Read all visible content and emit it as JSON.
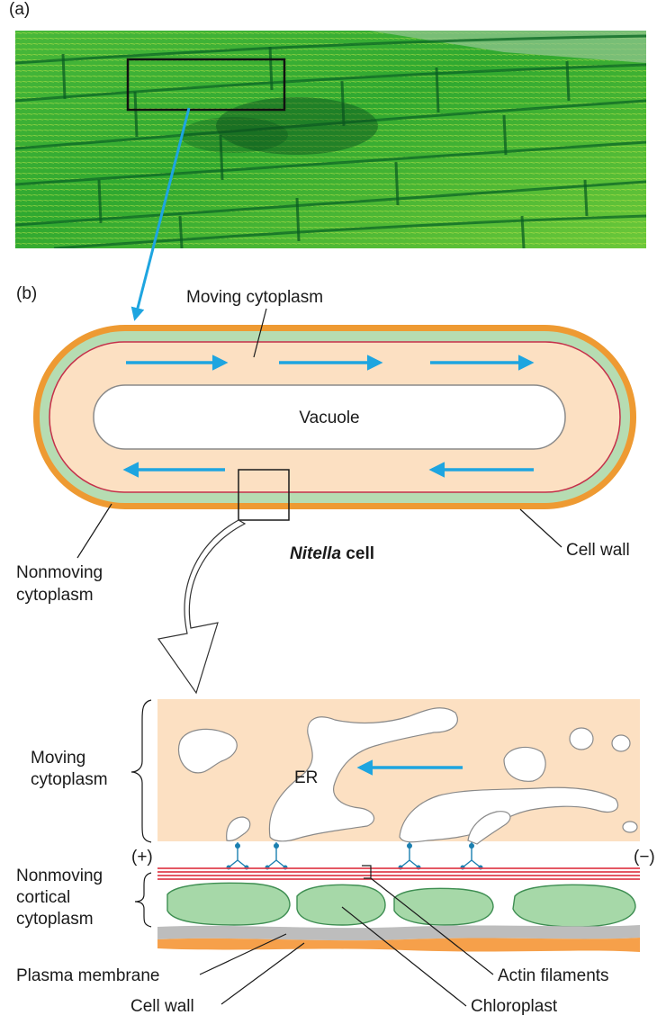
{
  "panel_a": {
    "label": "(a)"
  },
  "panel_b": {
    "label": "(b)",
    "moving_cytoplasm": "Moving cytoplasm",
    "vacuole": "Vacuole",
    "cell_name_italic": "Nitella",
    "cell_name_rest": " cell",
    "cell_wall": "Cell wall",
    "nonmoving_line1": "Nonmoving",
    "nonmoving_line2": "cytoplasm"
  },
  "detail": {
    "moving_line1": "Moving",
    "moving_line2": "cytoplasm",
    "er": "ER",
    "plus_end": "(+)",
    "minus_end": "(−)",
    "cortical_line1": "Nonmoving",
    "cortical_line2": "cortical",
    "cortical_line3": "cytoplasm",
    "plasma_membrane": "Plasma membrane",
    "cell_wall": "Cell wall",
    "actin_filaments": "Actin filaments",
    "chloroplast": "Chloroplast"
  },
  "colors": {
    "cytoplasm": "#fce0c2",
    "nonmoving_layer": "#b6dcb2",
    "cell_wall": "#ee9a32",
    "membrane": "#c5304a",
    "flow_arrow": "#1ea5e0",
    "actin": "#e0404e",
    "chloroplast": "#a6d8a8",
    "plasma_membrane": "#bdbdbd",
    "micrograph": "#4cc24c"
  }
}
